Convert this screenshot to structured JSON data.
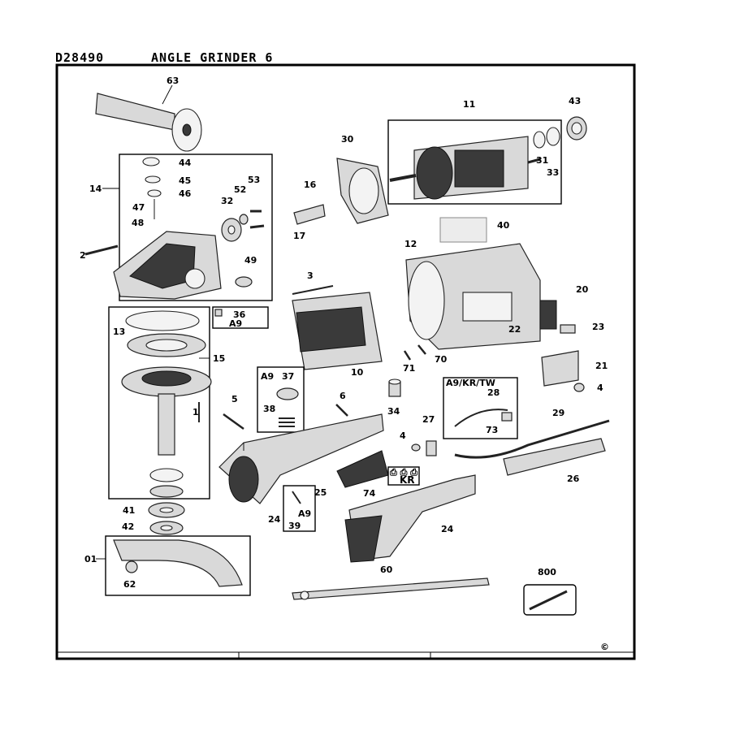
{
  "header": {
    "model": "D28490",
    "title": "ANGLE GRINDER 6"
  },
  "labels": {
    "l63": "63",
    "l11": "11",
    "l43": "43",
    "l30": "30",
    "l31": "31",
    "l33": "33",
    "l14": "14",
    "l44": "44",
    "l45": "45",
    "l46": "46",
    "l47": "47",
    "l48": "48",
    "l52": "52",
    "l53": "53",
    "l32": "32",
    "l16": "16",
    "l17": "17",
    "l40": "40",
    "l2": "2",
    "l12": "12",
    "l49": "49",
    "l3": "3",
    "l20": "20",
    "l22": "22",
    "l23": "23",
    "l36": "36",
    "a9_36": "A9",
    "l13": "13",
    "l15": "15",
    "l10": "10",
    "l71": "71",
    "l70": "70",
    "l21": "21",
    "l4a": "4",
    "a9_37": "A9",
    "l37": "37",
    "l38": "38",
    "l6": "6",
    "l34": "34",
    "a9krtw": "A9/KR/TW",
    "l28": "28",
    "l73": "73",
    "l5": "5",
    "l1": "1",
    "l27": "27",
    "l4b": "4",
    "l29": "29",
    "l26": "26",
    "l25": "25",
    "sym_row": "⎙ ⎙ ⎙",
    "kr": "KR",
    "l74": "74",
    "l24a": "24",
    "a9_39": "A9",
    "l39": "39",
    "l24b": "24",
    "l41": "41",
    "l42": "42",
    "l01": "01",
    "l62": "62",
    "l60": "60",
    "l800": "800",
    "copyright": "©"
  }
}
